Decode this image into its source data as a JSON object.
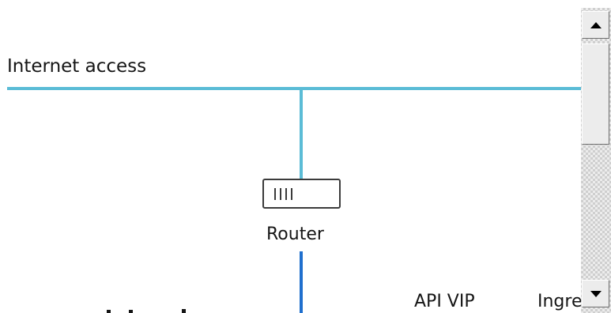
{
  "diagram": {
    "internet_label": "Internet access",
    "router_label": "Router",
    "api_vip_label": "API VIP",
    "ingress_label": "Ingre",
    "colors": {
      "internet_line": "#5bbcd6",
      "router_uplink": "#5bbcd6",
      "router_downlink": "#1f6fce",
      "router_outline": "#3b3b3b"
    }
  },
  "scrollbar": {
    "up_icon": "arrow-up-icon",
    "down_icon": "arrow-down-icon"
  }
}
